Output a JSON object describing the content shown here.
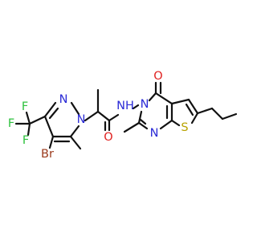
{
  "molecule": {
    "atom_labels": {
      "bromine": "Br",
      "fluorine_1": "F",
      "fluorine_2": "F",
      "fluorine_3": "F",
      "pyrazole_n2": "N",
      "pyrazole_n1": "N",
      "amide_oxygen": "O",
      "amide_nh": "NH",
      "pyrimidine_n3": "N",
      "carbonyl_oxygen": "O",
      "pyrimidine_n1": "N",
      "thiophene_sulfur": "S"
    },
    "colors": {
      "bond": "#111111",
      "nitrogen": "#2b2bd6",
      "oxygen": "#e0201f",
      "sulfur": "#b8a200",
      "fluorine": "#2fc23f",
      "bromine": "#9b3a1c"
    }
  }
}
